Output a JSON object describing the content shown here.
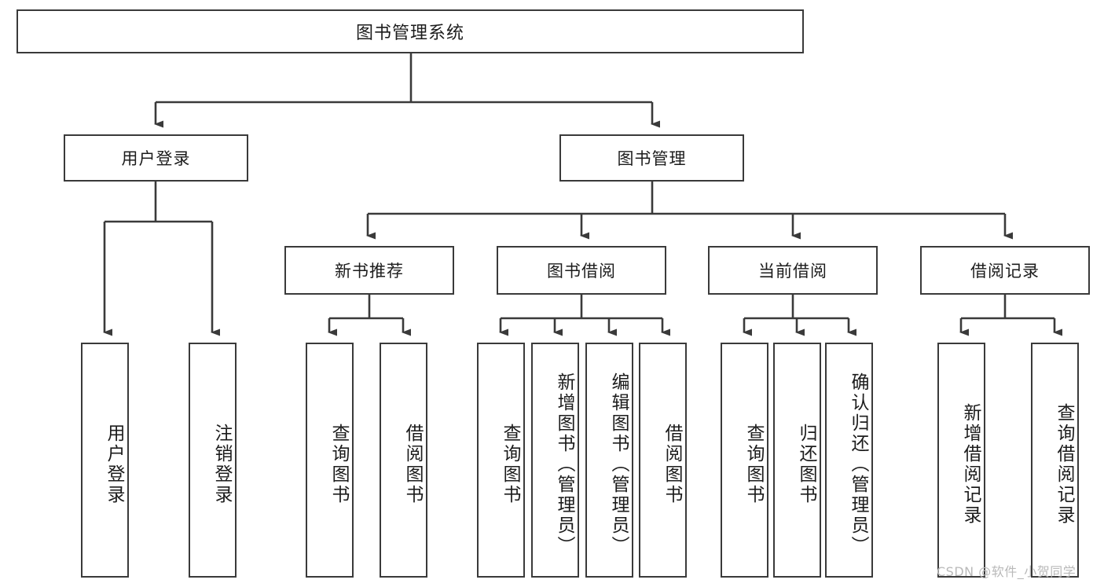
{
  "diagram": {
    "title": "图书管理系统",
    "type": "hierarchy-tree",
    "root": {
      "label": "图书管理系统"
    },
    "level2": [
      {
        "label": "用户登录"
      },
      {
        "label": "图书管理"
      }
    ],
    "level3": [
      {
        "label": "新书推荐"
      },
      {
        "label": "图书借阅"
      },
      {
        "label": "当前借阅"
      },
      {
        "label": "借阅记录"
      }
    ],
    "leaves": {
      "user_login": [
        {
          "label": "用户登录"
        },
        {
          "label": "注销登录"
        }
      ],
      "new_book_recommend": [
        {
          "label": "查询图书"
        },
        {
          "label": "借阅图书"
        }
      ],
      "book_borrow": [
        {
          "label": "查询图书"
        },
        {
          "label": "新增图书（管理员）"
        },
        {
          "label": "编辑图书（管理员）"
        },
        {
          "label": "借阅图书"
        }
      ],
      "current_borrow": [
        {
          "label": "查询图书"
        },
        {
          "label": "归还图书"
        },
        {
          "label": "确认归还（管理员）"
        }
      ],
      "borrow_record": [
        {
          "label": "新增借阅记录"
        },
        {
          "label": "查询借阅记录"
        }
      ]
    }
  },
  "watermark": {
    "text": "CSDN @软件_小贺同学"
  },
  "colors": {
    "box_border": "#3a3a3a",
    "box_fill": "#ffffff",
    "connector": "#3a3a3a",
    "text": "#1c1c1c",
    "watermark": "#b9b9b9"
  }
}
